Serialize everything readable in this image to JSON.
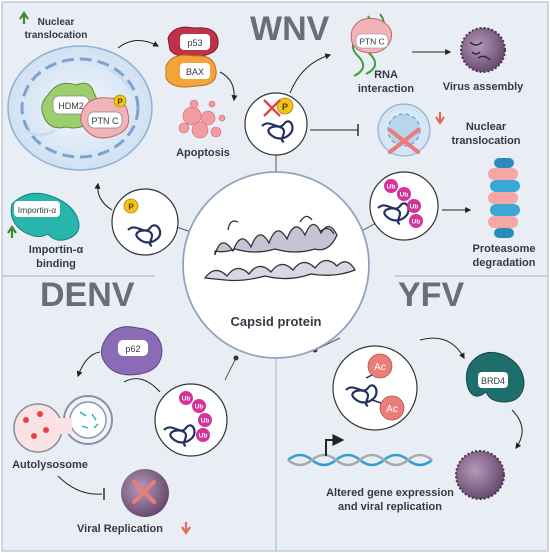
{
  "title_wnv": "WNV",
  "title_denv": "DENV",
  "title_yfv": "YFV",
  "center_label": "Capsid protein",
  "wnv": {
    "nuclear_translocation_top": [
      "Nuclear",
      "translocation"
    ],
    "hdm2": "HDM2",
    "ptn_c": "PTN C",
    "p_mark": "P",
    "p53": "p53",
    "bax": "BAX",
    "apoptosis": "Apoptosis",
    "importin": "Importin-α",
    "importin_binding": [
      "Importin-α",
      "binding"
    ],
    "rna_interaction": [
      "RNA",
      "interaction"
    ],
    "virus_assembly": "Virus assembly",
    "nuclear_translocation_right": [
      "Nuclear",
      "translocation"
    ],
    "ub": "Ub",
    "proteasome": [
      "Proteasome",
      "degradation"
    ]
  },
  "denv": {
    "p62": "p62",
    "autolysosome": "Autolysosome",
    "viral_replication": "Viral Replication"
  },
  "yfv": {
    "ac": "Ac",
    "brd4": "BRD4",
    "altered": [
      "Altered gene expression",
      "and viral replication"
    ]
  },
  "colors": {
    "background": "#e9eef5",
    "panel_line": "#b4bfce",
    "title": "#6b6f75",
    "up_arrow": "#3e8a2c",
    "down_arrow": "#e06b5a",
    "ub": "#d6339a",
    "phospho": "#f2c41a",
    "acetyl": "#e97d78",
    "capsid_chain": "#22315e"
  }
}
